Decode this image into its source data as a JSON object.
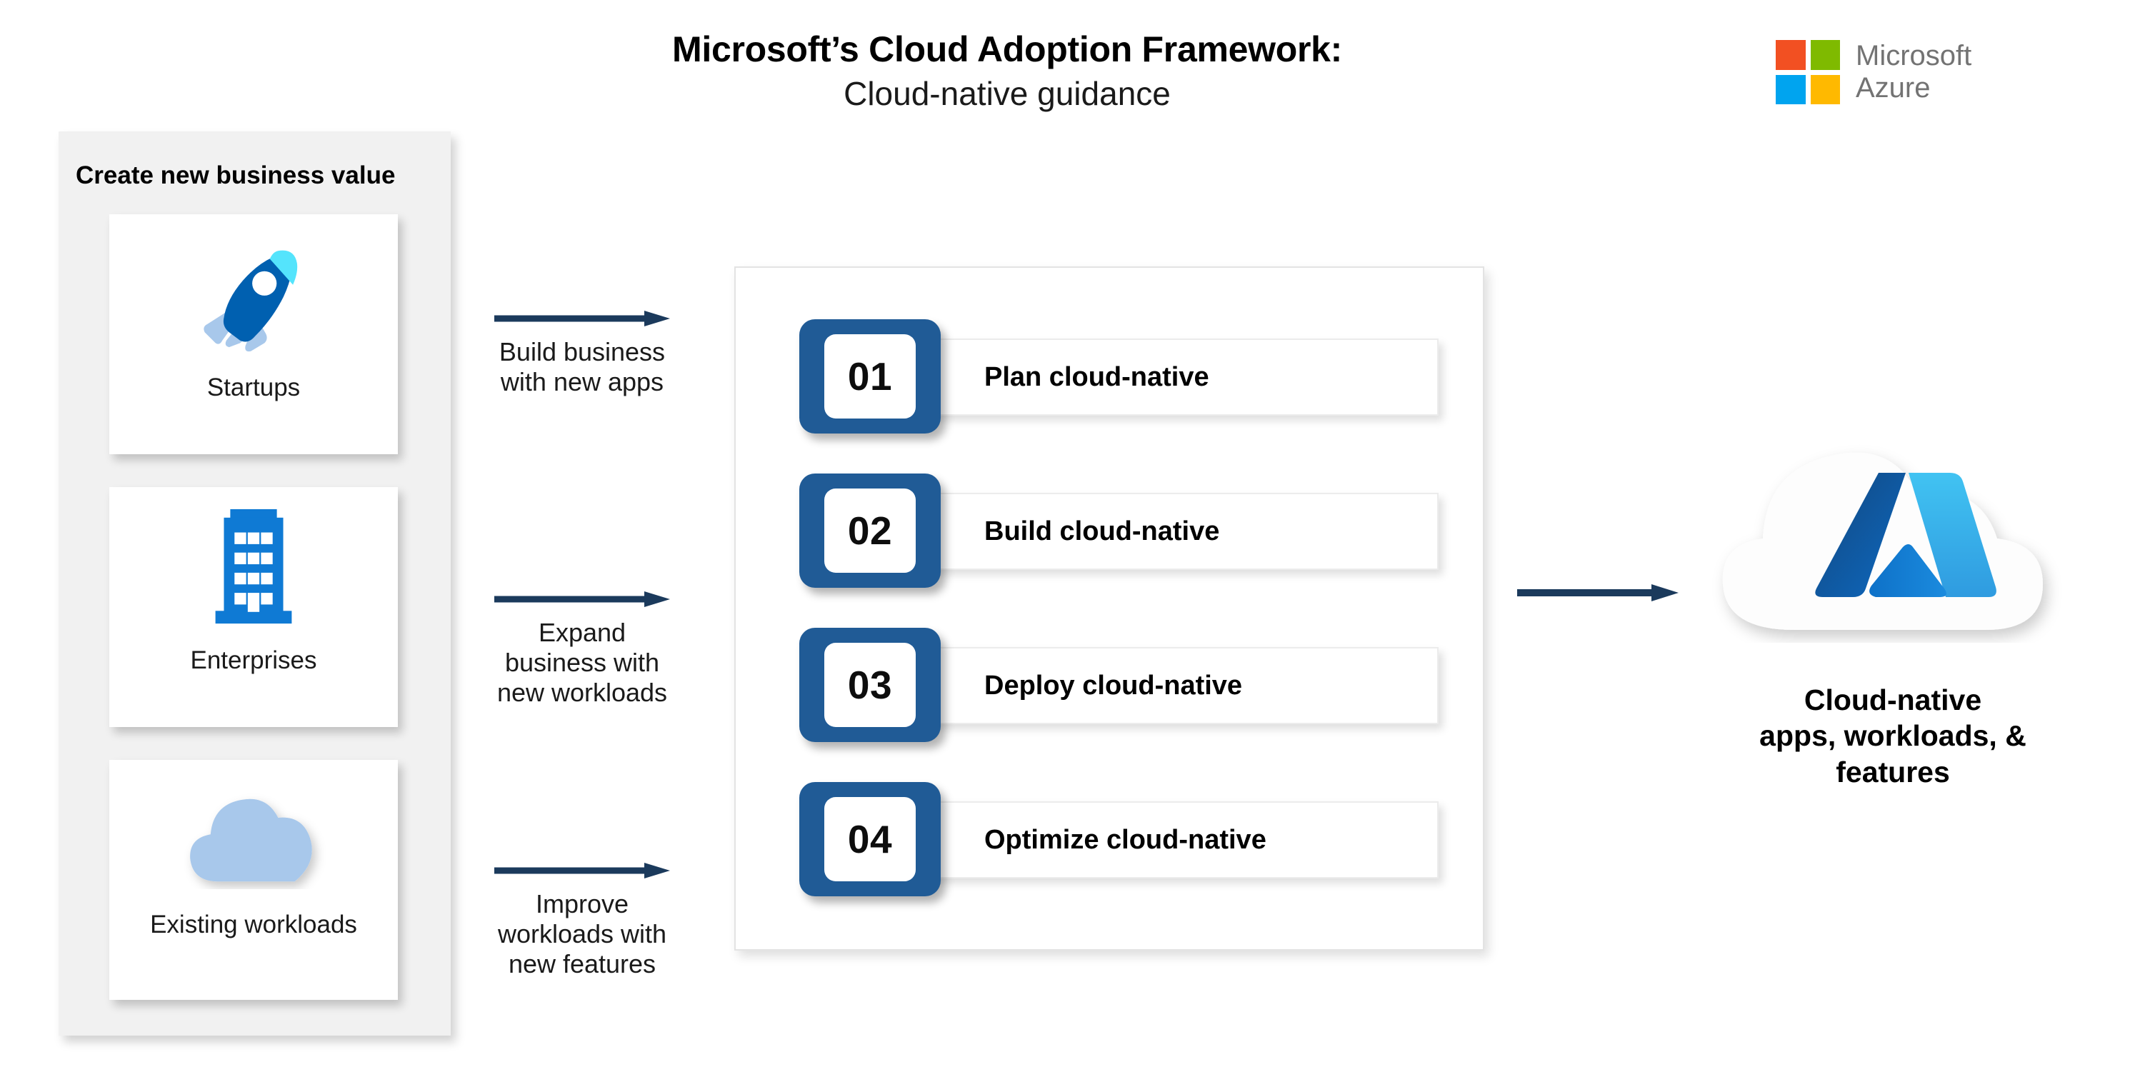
{
  "header": {
    "title_line1": "Microsoft’s Cloud Adoption Framework:",
    "title_line2": "Cloud-native guidance",
    "brand_line1": "Microsoft",
    "brand_line2": "Azure",
    "brand_colors": {
      "red": "#F25022",
      "green": "#7FBA00",
      "blue": "#00A4EF",
      "yellow": "#FFB900",
      "text": "#737373"
    }
  },
  "left_panel": {
    "title": "Create new business value",
    "background": "#F1F1F1",
    "cards": [
      {
        "label": "Startups",
        "icon": "rocket-icon"
      },
      {
        "label": "Enterprises",
        "icon": "office-building-icon"
      },
      {
        "label": "Existing workloads",
        "icon": "cloud-icon"
      }
    ]
  },
  "flows": [
    {
      "line1": "Build business",
      "line2": "with new apps",
      "line3": ""
    },
    {
      "line1": "Expand",
      "line2": "business with",
      "line3": "new workloads"
    },
    {
      "line1": "Improve",
      "line2": "workloads with",
      "line3": "new features"
    }
  ],
  "center_panel": {
    "steps": [
      {
        "number": "01",
        "label": "Plan cloud-native",
        "icon": "document-download-icon"
      },
      {
        "number": "02",
        "label": "Build cloud-native",
        "icon": "wrench-refresh-icon"
      },
      {
        "number": "03",
        "label": "Deploy cloud-native",
        "icon": "deploy-arrow-icon"
      },
      {
        "number": "04",
        "label": "Optimize cloud-native",
        "icon": "optimize-chart-icon"
      }
    ],
    "badge_color": "#205B96"
  },
  "right": {
    "caption_line1": "Cloud-native",
    "caption_line2": "apps, workloads, &",
    "caption_line3": "features",
    "icon": "azure-cloud-logo"
  },
  "colors": {
    "arrow": "#1B3A5C",
    "azure_blue": "#0078D4",
    "azure_cyan": "#50E6FF",
    "azure_light": "#A8C8EB",
    "badge_blue": "#205B96"
  }
}
